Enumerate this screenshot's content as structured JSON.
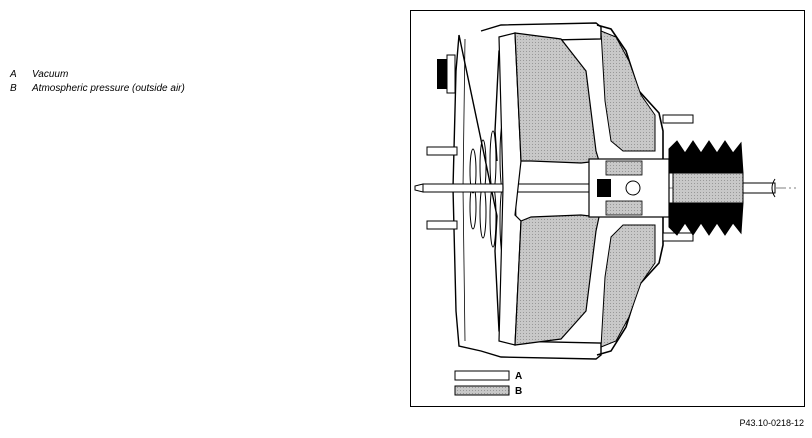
{
  "legend": {
    "items": [
      {
        "key": "A",
        "text": "Vacuum"
      },
      {
        "key": "B",
        "text": "Atmospheric pressure (outside air)"
      }
    ]
  },
  "figure": {
    "swatch_labels": [
      "A",
      "B"
    ],
    "figure_id": "P43.10-0218-12"
  },
  "colors": {
    "vacuum": "#ffffff",
    "atmospheric": "#c8c8c8",
    "line": "#000000"
  }
}
